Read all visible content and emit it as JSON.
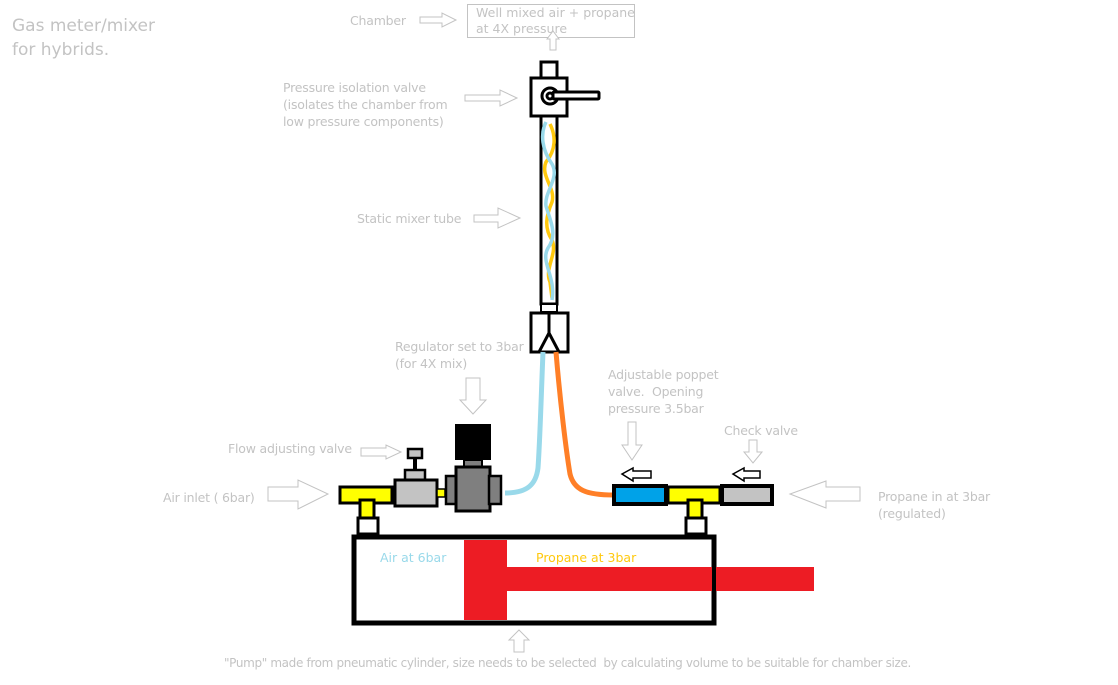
{
  "title": "Gas meter/mixer\nfor hybrids.",
  "colors": {
    "label_gray": "#c3c3c3",
    "outline": "#000000",
    "air_blue": "#99d9ea",
    "propane_orange": "#ff7f27",
    "propane_yellow": "#ffc90e",
    "tee_yellow": "#ffff00",
    "poppet_blue": "#00a2e8",
    "valve_gray": "#c3c3c3",
    "regulator_gray": "#7f7f7f",
    "piston_red": "#ed1c24"
  },
  "labels": {
    "chamber": "Chamber",
    "chamber_content": "Well mixed air + propane\nat 4X pressure",
    "isolation_valve": "Pressure isolation valve\n(isolates the chamber from\nlow pressure components)",
    "static_mixer": "Static mixer tube",
    "regulator": "Regulator set to 3bar\n(for 4X mix)",
    "flow_valve": "Flow adjusting valve",
    "air_inlet": "Air inlet ( 6bar)",
    "poppet_valve": "Adjustable poppet\nvalve.  Opening\npressure 3.5bar",
    "check_valve": "Check valve",
    "propane_in": "Propane in at 3bar\n(regulated)",
    "air_side": "Air at 6bar",
    "propane_side": "Propane at 3bar",
    "pump_note": "\"Pump\" made from pneumatic cylinder, size needs to be selected  by calculating volume to be suitable for chamber size."
  }
}
